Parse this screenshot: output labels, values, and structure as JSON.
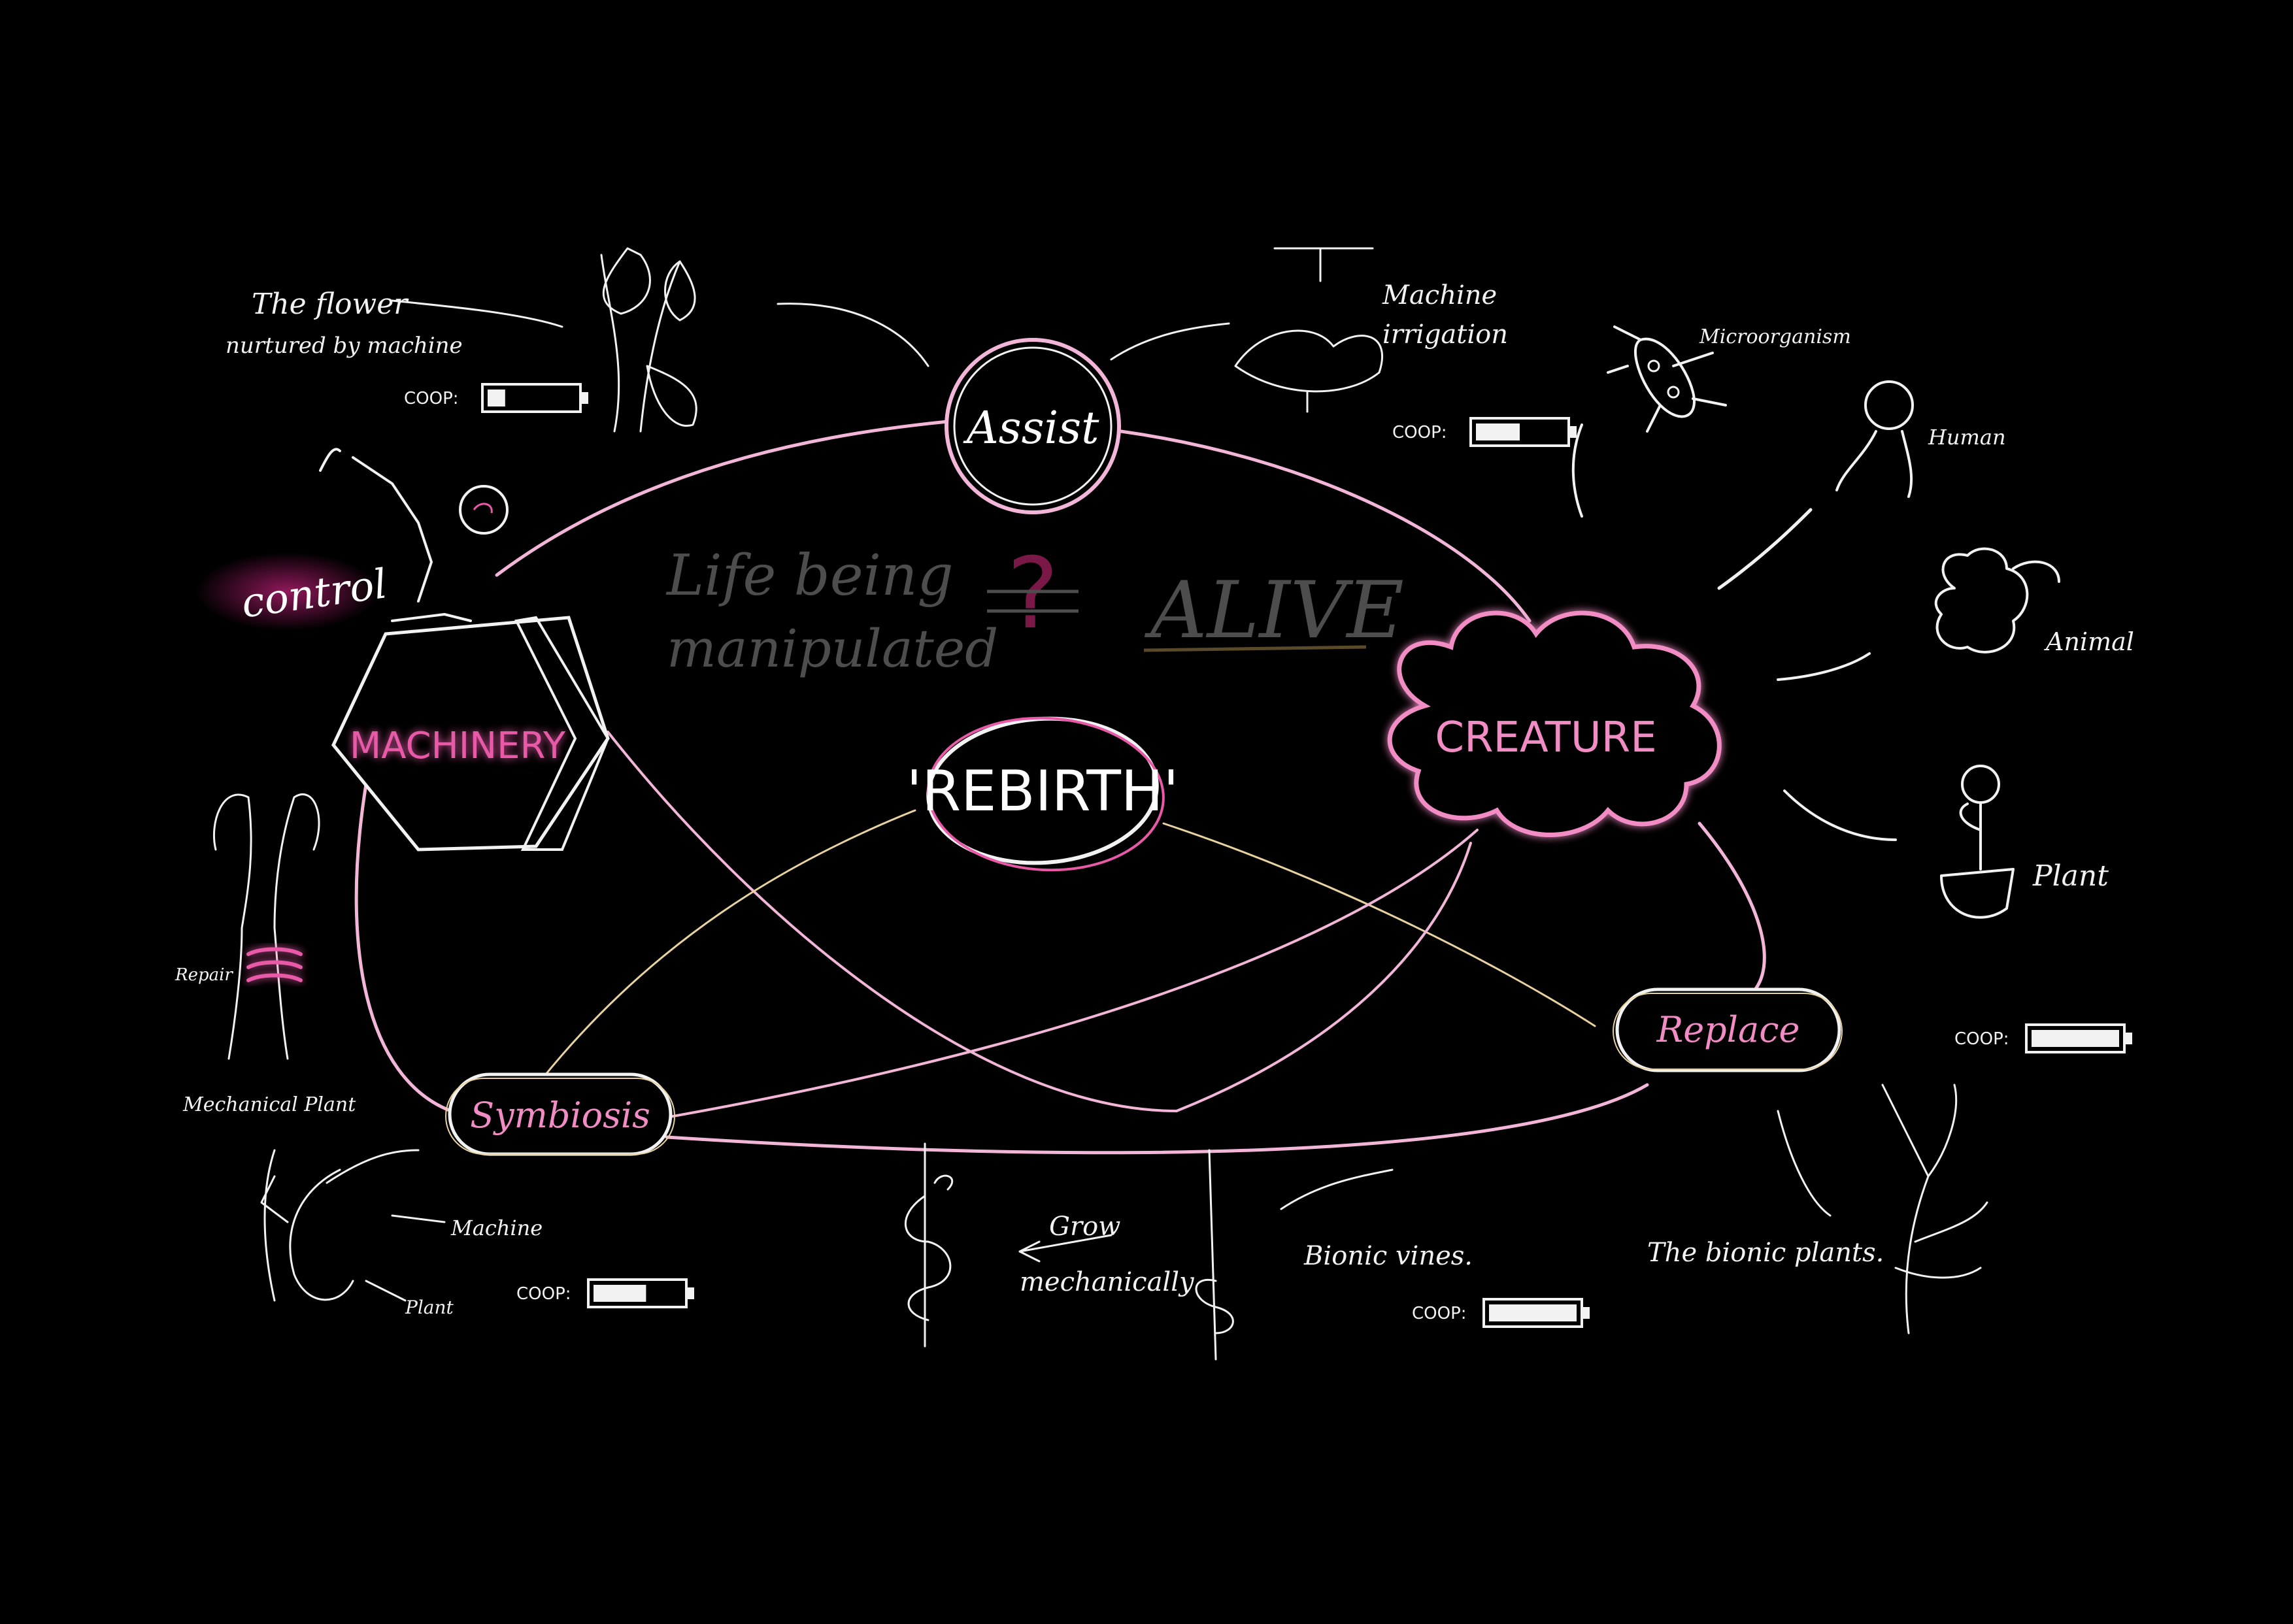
{
  "center": {
    "label": "'REBIRTH'"
  },
  "nodes": {
    "assist": "Assist",
    "machinery": "MACHINERY",
    "creature": "CREATURE",
    "symbiosis": "Symbiosis",
    "replace": "Replace"
  },
  "question": {
    "left_line1": "Life being",
    "left_line2": "manipulated",
    "symbol": "?",
    "right": "ALIVE"
  },
  "control_label": "control",
  "annotations": {
    "flower_line1": "The flower",
    "flower_line2": "nurtured by machine",
    "irrigation_line1": "Machine",
    "irrigation_line2": "irrigation",
    "microorganism": "Microorganism",
    "human": "Human",
    "animal": "Animal",
    "plant": "Plant",
    "repair": "Repair",
    "mechanical_plant": "Mechanical Plant",
    "machine": "Machine",
    "plant_small": "Plant",
    "grow_line1": "Grow",
    "grow_line2": "mechanically",
    "bionic_vines": "Bionic vines.",
    "bionic_plants": "The bionic plants."
  },
  "battery_prefix": "COOP:",
  "batteries": [
    {
      "id": "flower",
      "level": 0.2
    },
    {
      "id": "irrigation",
      "level": 0.5
    },
    {
      "id": "symbiosis",
      "level": 0.6
    },
    {
      "id": "vines",
      "level": 1.0
    },
    {
      "id": "replace",
      "level": 1.0
    }
  ],
  "colors": {
    "background": "#000000",
    "chalk": "#f2f2f2",
    "accent": "#e85aa8",
    "highlight": "#f3b6d8",
    "gold": "#e8d3a0",
    "dim": "#4a4a4a"
  }
}
